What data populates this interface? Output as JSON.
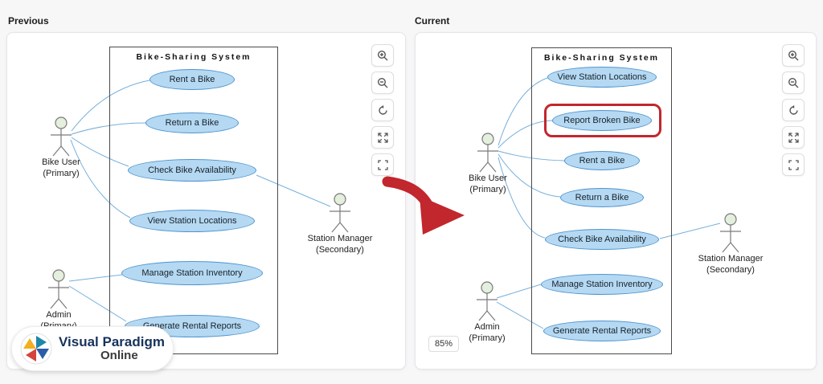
{
  "page": {
    "previous_label": "Previous",
    "current_label": "Current"
  },
  "colors": {
    "usecase_fill": "#b5d9f2",
    "usecase_border": "#4f93ce",
    "connector_blue": "#74aedb",
    "highlight_red": "#c1272d",
    "arrow_red": "#c1272d",
    "actor_head_fill": "#e4efdd",
    "logo_navy": "#16325c"
  },
  "zoom_controls": {
    "icons": [
      "zoom-in-icon",
      "zoom-out-icon",
      "reset-view-icon",
      "expand-icon",
      "fit-to-screen-icon"
    ]
  },
  "previous_diagram": {
    "title": "Bike-Sharing System",
    "use_cases": [
      "Rent a Bike",
      "Return a Bike",
      "Check Bike Availability",
      "View Station Locations",
      "Manage Station Inventory",
      "Generate Rental Reports"
    ],
    "actors": [
      {
        "name": "Bike User",
        "role": "(Primary)"
      },
      {
        "name": "Station Manager",
        "role": "(Secondary)"
      },
      {
        "name": "Admin",
        "role": "(Primary)"
      }
    ]
  },
  "current_diagram": {
    "title": "Bike-Sharing System",
    "use_cases": [
      "View Station Locations",
      "Report Broken Bike",
      "Rent a Bike",
      "Return a Bike",
      "Check Bike Availability",
      "Manage Station Inventory",
      "Generate Rental Reports"
    ],
    "highlighted_use_case": "Report Broken Bike",
    "zoom_level": "85%",
    "actors": [
      {
        "name": "Bike User",
        "role": "(Primary)"
      },
      {
        "name": "Station Manager",
        "role": "(Secondary)"
      },
      {
        "name": "Admin",
        "role": "(Primary)"
      }
    ]
  },
  "logo": {
    "line1": "Visual Paradigm",
    "line2": "Online"
  }
}
